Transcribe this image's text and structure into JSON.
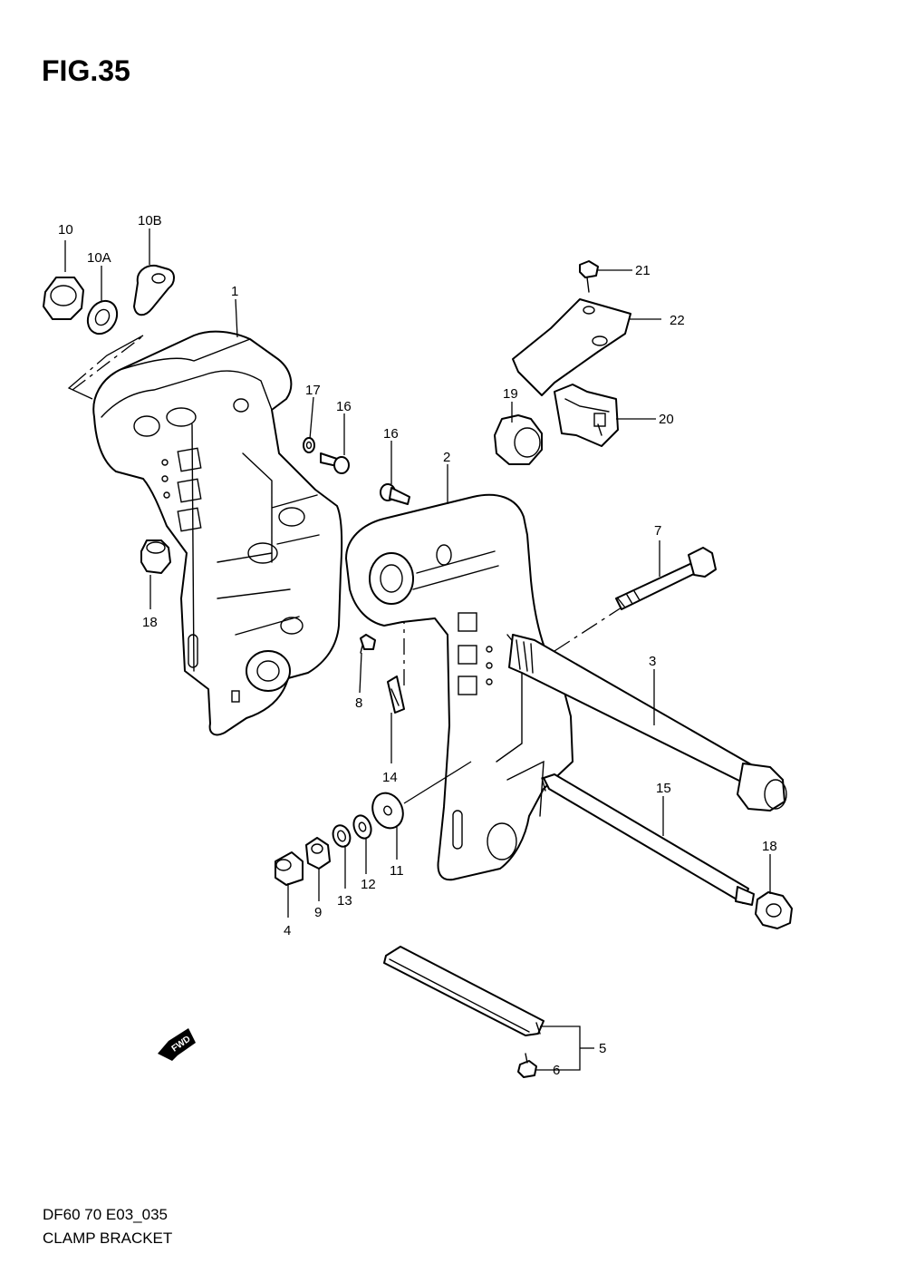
{
  "figure": {
    "title": "FIG.35",
    "code": "DF60 70 E03_035",
    "name": "CLAMP BRACKET",
    "fwd_badge": "FWD"
  },
  "callouts": {
    "c1": "1",
    "c2": "2",
    "c3": "3",
    "c4": "4",
    "c5": "5",
    "c6": "6",
    "c7": "7",
    "c8": "8",
    "c9": "9",
    "c10": "10",
    "c10a": "10A",
    "c10b": "10B",
    "c11": "11",
    "c12": "12",
    "c13": "13",
    "c14": "14",
    "c15": "15",
    "c16a": "16",
    "c16b": "16",
    "c17": "17",
    "c18a": "18",
    "c18b": "18",
    "c19": "19",
    "c20": "20",
    "c21": "21",
    "c22": "22"
  }
}
